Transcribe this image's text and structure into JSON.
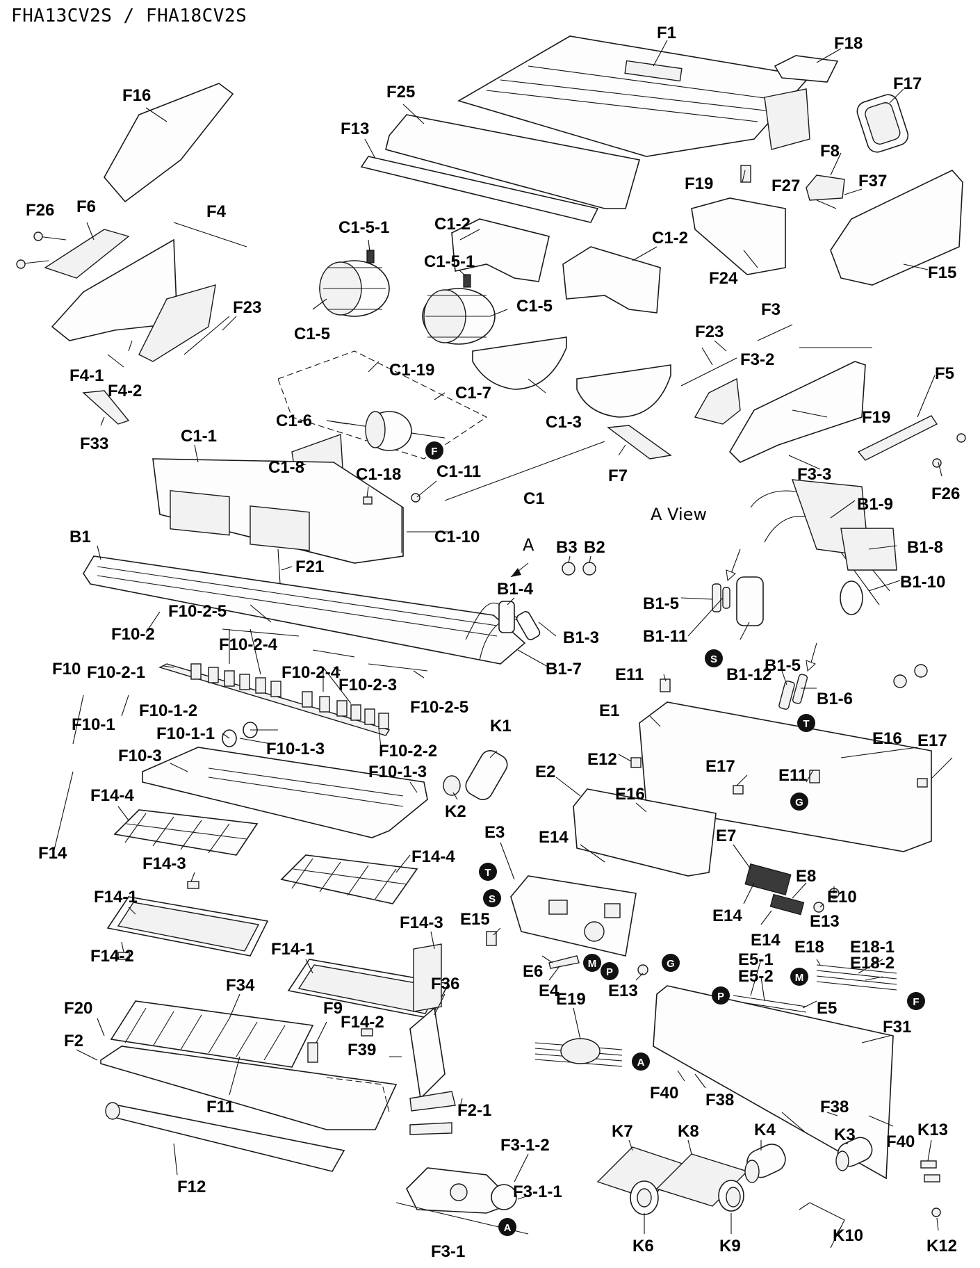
{
  "title": "FHA13CV2S / FHA18CV2S",
  "view_label": "A View",
  "view_arrow_label": "A",
  "markers": [
    "F",
    "S",
    "T",
    "G",
    "M",
    "P",
    "A"
  ],
  "labels": [
    "F1",
    "F18",
    "F17",
    "F16",
    "F25",
    "F13",
    "F8",
    "F19",
    "F27",
    "F37",
    "F26",
    "F6",
    "F4",
    "C1-5-1",
    "C1-2",
    "C1-2",
    "C1-5-1",
    "F24",
    "F15",
    "F23",
    "C1-5",
    "C1-5",
    "F3",
    "F23",
    "F3-2",
    "F4-1",
    "F4-2",
    "C1-19",
    "C1-7",
    "F5",
    "F19",
    "F33",
    "C1-6",
    "C1-3",
    "F3-3",
    "F26",
    "C1-1",
    "C1-8",
    "C1-18",
    "C1-11",
    "F7",
    "C1",
    "B1-9",
    "C1-10",
    "B1-8",
    "B3",
    "B2",
    "B1",
    "F21",
    "B1-4",
    "B1-10",
    "B1-5",
    "B1-3",
    "B1-11",
    "B1-12",
    "F10-2",
    "F10-2-5",
    "F10-2-4",
    "F10",
    "F10-2-4",
    "F10-2-1",
    "F10-2-3",
    "B1-7",
    "B1-5",
    "E11",
    "B1-6",
    "F10-2-5",
    "E1",
    "F10-1",
    "F10-1-2",
    "F10-1-1",
    "F10-1-3",
    "F10-2-2",
    "K1",
    "E16",
    "E17",
    "F10-3",
    "E12",
    "F10-1-3",
    "E2",
    "E17",
    "E11",
    "F14-4",
    "E16",
    "K2",
    "E3",
    "E14",
    "E7",
    "F14",
    "F14-4",
    "F14-3",
    "E8",
    "E10",
    "F14-1",
    "E14",
    "E13",
    "E15",
    "F14-3",
    "E14",
    "F14-2",
    "F14-1",
    "E18",
    "E18-1",
    "E5-1",
    "E6",
    "E18-2",
    "E5-2",
    "E4",
    "E13",
    "F34",
    "F36",
    "E19",
    "E5",
    "F20",
    "F9",
    "F14-2",
    "F31",
    "F2",
    "F39",
    "F40",
    "F38",
    "F2-1",
    "F11",
    "F38",
    "K4",
    "K13",
    "K7",
    "K8",
    "K3",
    "F40",
    "F3-1-2",
    "F12",
    "F3-1-1",
    "K10",
    "K6",
    "K9",
    "K12",
    "F3-1"
  ]
}
